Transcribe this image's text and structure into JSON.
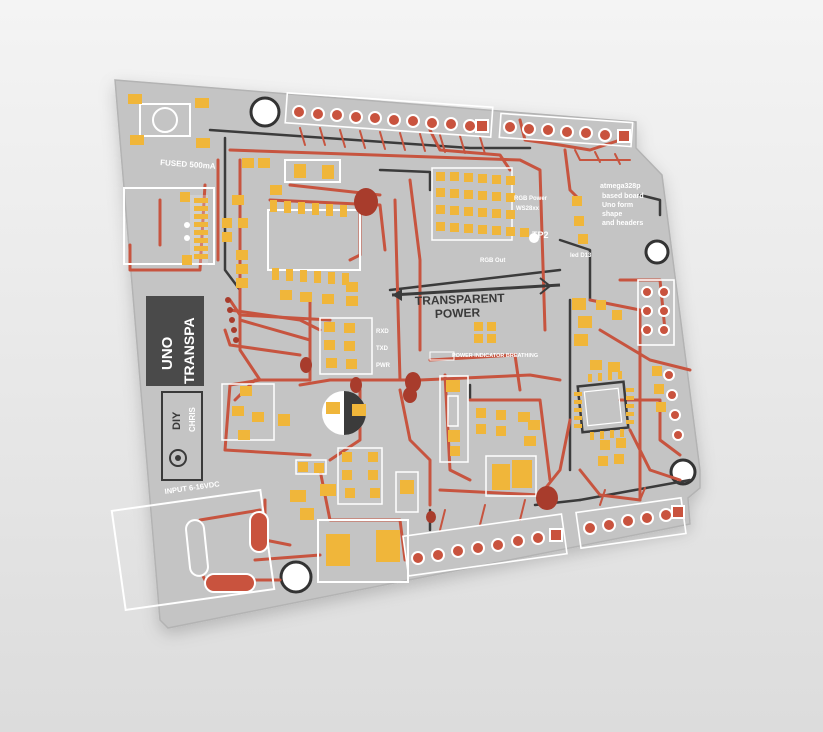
{
  "board": {
    "colors": {
      "background": "#e8e8e8",
      "board": "#c4c4c4",
      "trace": "#c7543f",
      "pad": "#f0b63a",
      "silkscreen": "#ffffff",
      "dark_trace": "#3b3b3b",
      "label_block": "#4a4a4a"
    },
    "labels": {
      "fused": "FUSED 500mA",
      "transparent": "TRANSPARENT",
      "power": "POWER",
      "power_breathing": "POWER INDICATOR BREATHING",
      "rgb_power": "RGB Power",
      "ws28xx": "WS28xx",
      "tp2": "TP2",
      "rgb_out": "RGB Out",
      "atmega1": "atmega328p",
      "atmega2": "based board",
      "atmega3": "Uno form",
      "atmega4": "shape",
      "atmega5": "and headers",
      "uno": "UNO",
      "transpa": "TRANSPA",
      "diy": "DIY",
      "chris": "CHRIS",
      "input": "INPUT 6-16VDC",
      "rxd": "RXD",
      "txd": "TXD",
      "pwr": "PWR",
      "led_d13": "led D13"
    }
  }
}
